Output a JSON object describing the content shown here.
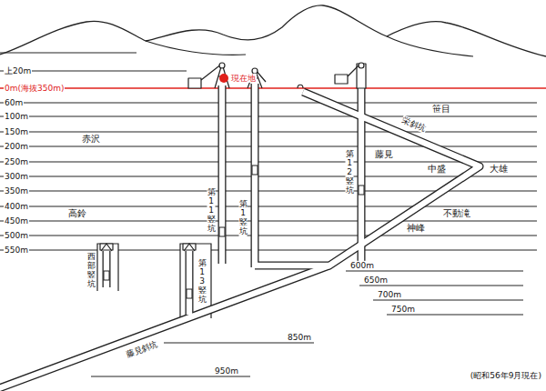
{
  "diagram": {
    "caption": "(昭和56年9月現在)",
    "labels": [
      "上20m",
      "0m(海抜350m)",
      "60m",
      "100m",
      "150m",
      "200m",
      "250m",
      "300m",
      "350m",
      "400m",
      "450m",
      "500m",
      "550m",
      "600m",
      "650m",
      "700m",
      "750m",
      "850m",
      "950m",
      "赤沢",
      "高鈴",
      "笹目",
      "藤見",
      "中盛",
      "大雄",
      "不動滝",
      "神峰",
      "第11竪坑",
      "第1竪坑",
      "第12竪坑",
      "西部竪坑",
      "第13竪坑",
      "栄斜坑",
      "藤見斜坑",
      "現在地"
    ]
  }
}
